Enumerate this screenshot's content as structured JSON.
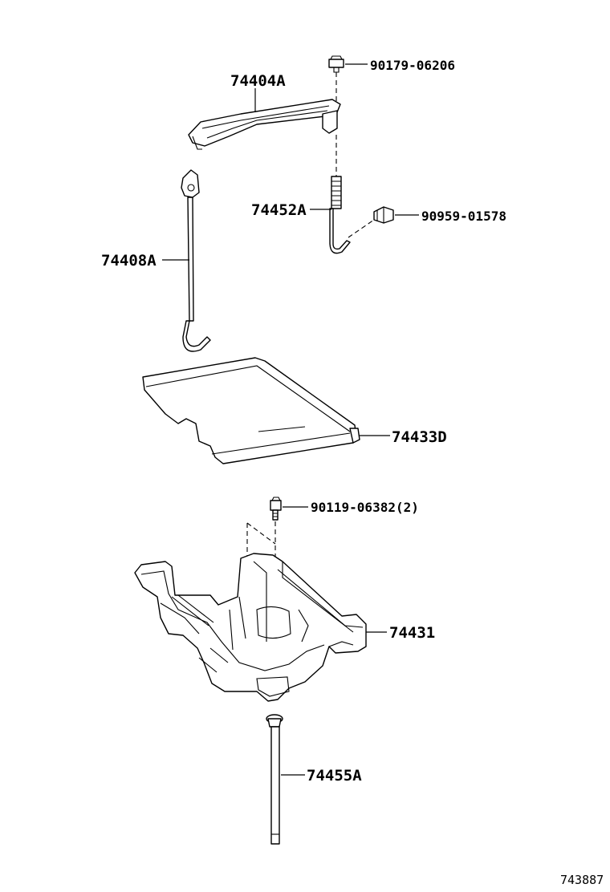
{
  "diagram": {
    "labels": {
      "p74404A": "74404A",
      "p90179": "90179-06206",
      "p74452A": "74452A",
      "p90959": "90959-01578",
      "p74408A": "74408A",
      "p74433D": "74433D",
      "p90119": "90119-06382(2)",
      "p74431": "74431",
      "p74455A": "74455A"
    },
    "figure_id": "743887"
  }
}
